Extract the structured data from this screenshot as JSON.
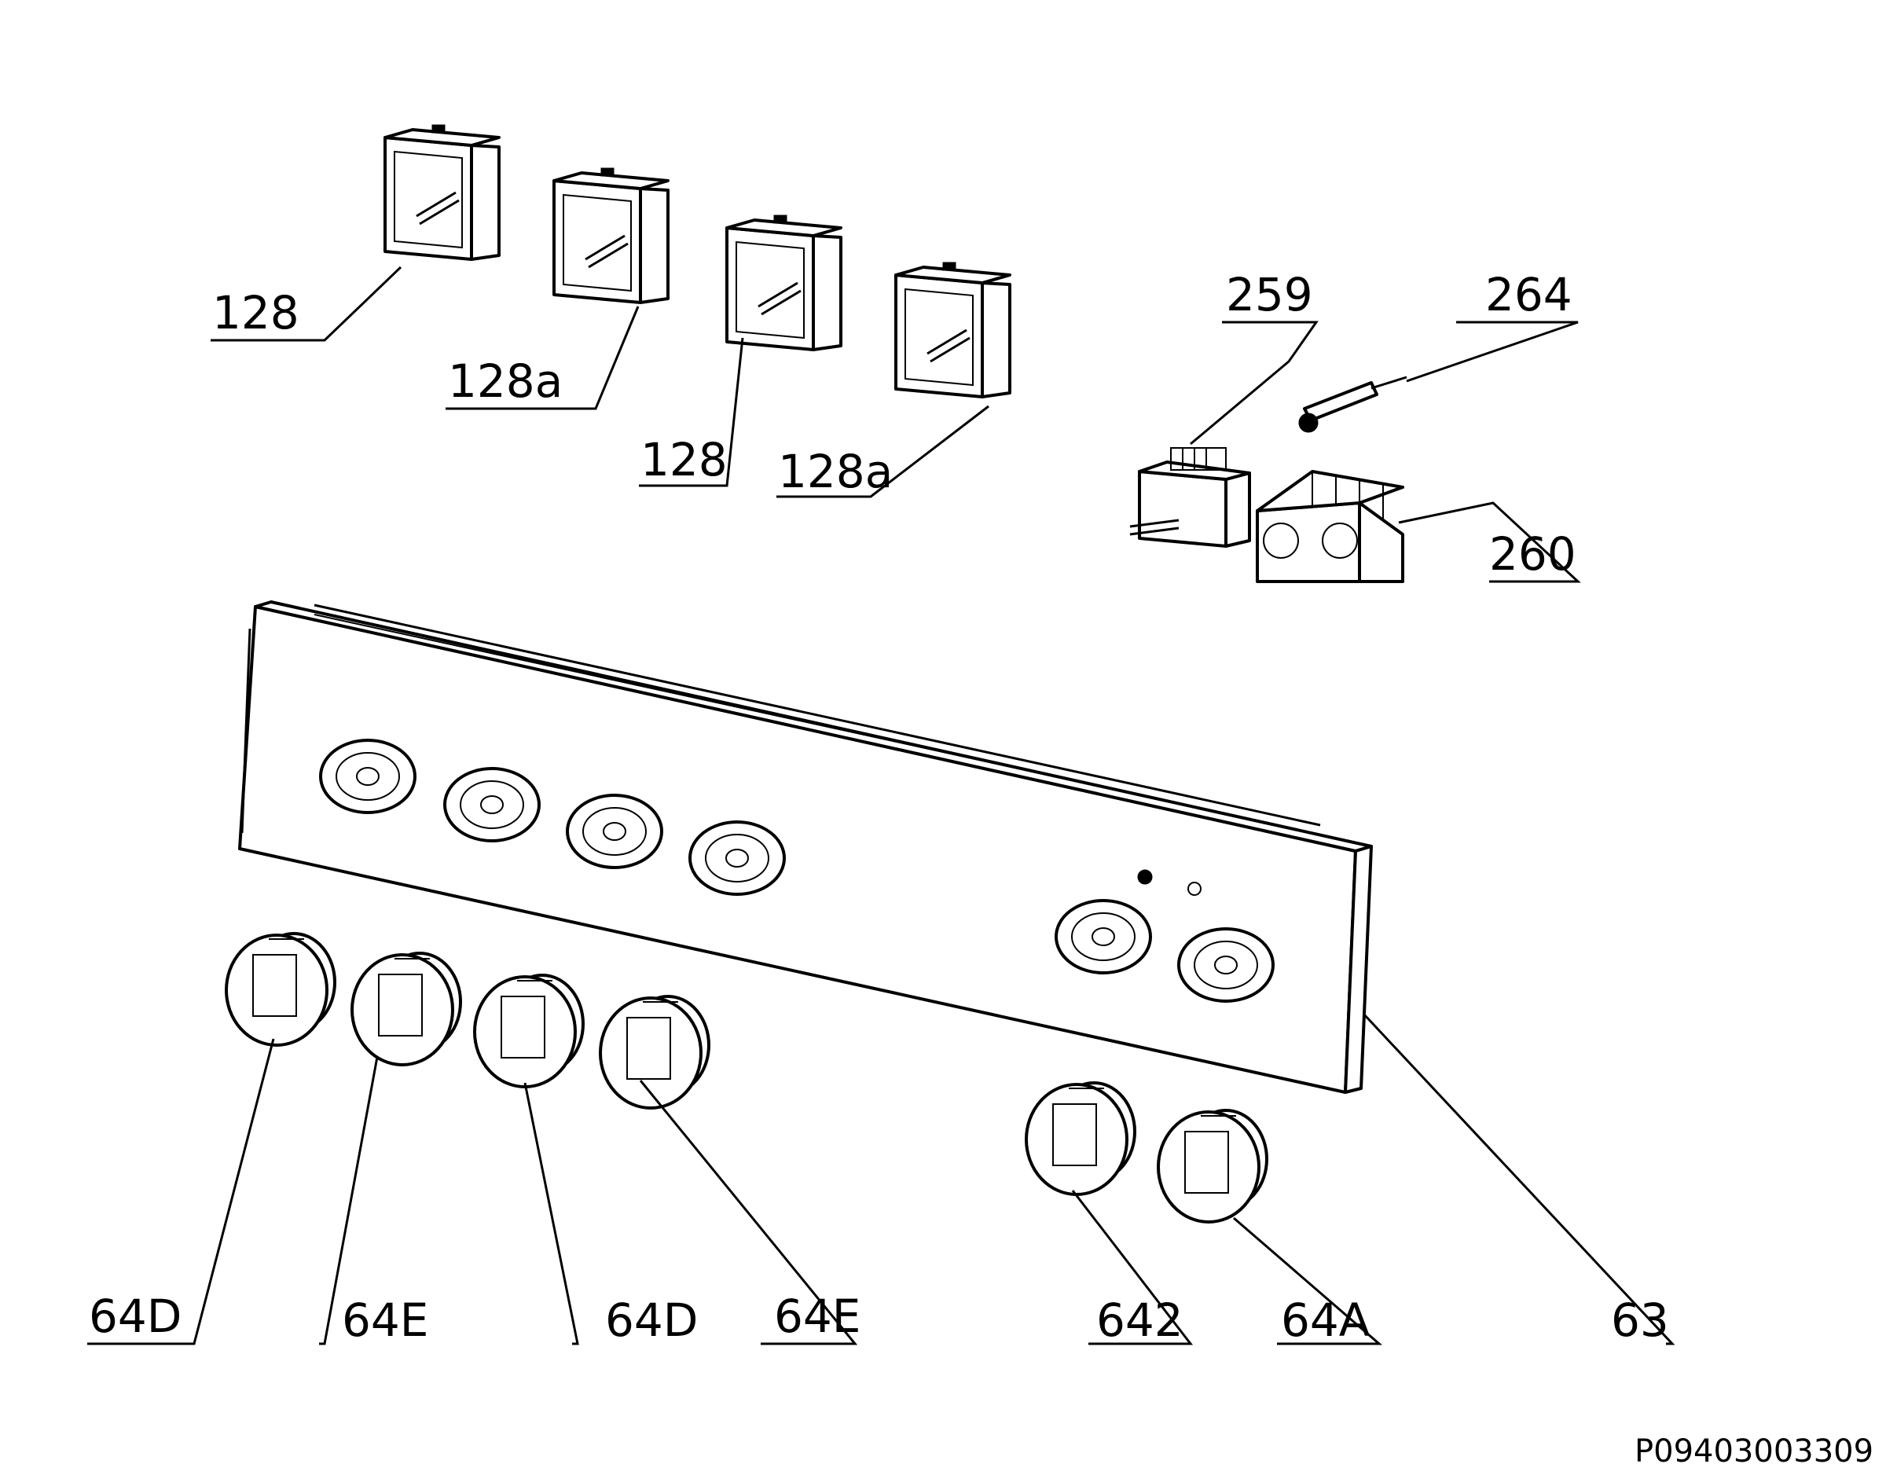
{
  "labels": {
    "switch_1": "128",
    "switch_2": "128a",
    "switch_3": "128",
    "switch_4": "128a",
    "selector_259": "259",
    "part_264": "264",
    "selector_260": "260",
    "knob_1": "64D",
    "knob_2": "64E",
    "knob_3": "64D",
    "knob_4": "64E",
    "knob_5": "642",
    "knob_6": "64A",
    "panel": "63"
  },
  "drawing_code": "P09403003309"
}
